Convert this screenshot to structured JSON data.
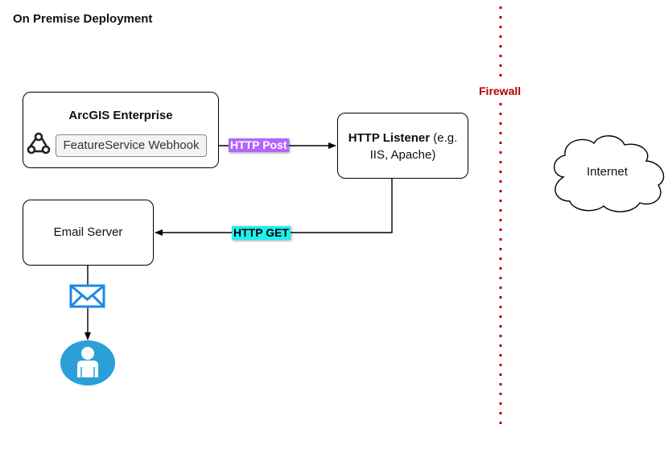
{
  "page": {
    "title": "On Premise Deployment"
  },
  "nodes": {
    "arcgis_enterprise": {
      "title": "ArcGIS Enterprise",
      "webhook_label": "FeatureService Webhook"
    },
    "http_listener": {
      "label_bold": "HTTP Listener",
      "label_rest_1": " (e.g.",
      "label_rest_2": "IIS, Apache)"
    },
    "email_server": {
      "label": "Email Server"
    },
    "internet": {
      "label": "Internet"
    }
  },
  "edges": {
    "post": {
      "label": "HTTP Post"
    },
    "get": {
      "label": "HTTP GET"
    }
  },
  "firewall": {
    "label": "Firewall"
  },
  "colors": {
    "post_label_bg": "#b266ff",
    "get_label_bg": "#1ef0f0",
    "firewall": "#b20000",
    "email_icon": "#1e88e5",
    "user_icon": "#2a9fd8"
  },
  "icons": [
    "webhook-icon",
    "envelope-icon",
    "user-icon",
    "cloud-icon"
  ]
}
